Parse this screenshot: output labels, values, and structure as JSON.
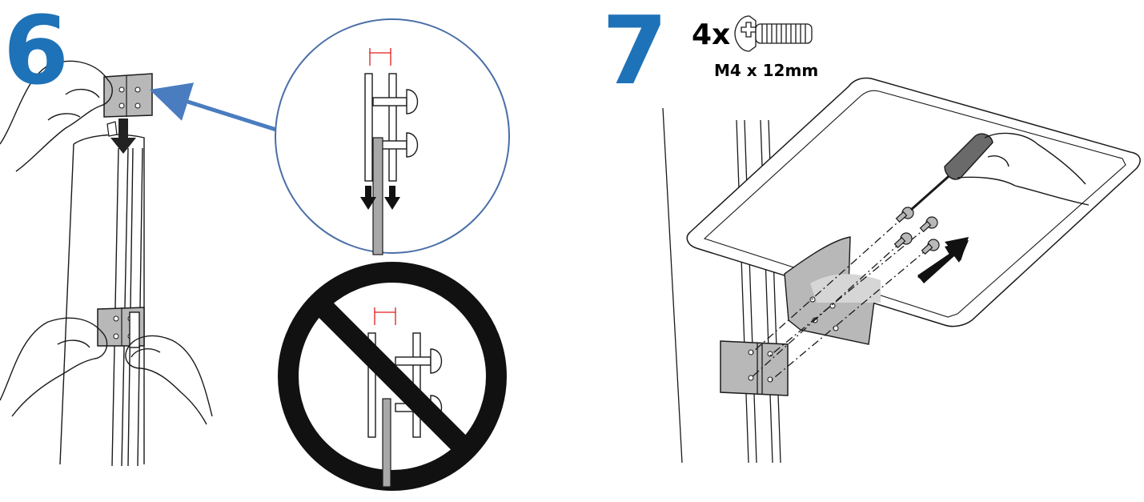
{
  "steps": [
    {
      "number": "6"
    },
    {
      "number": "7",
      "quantity": "4x",
      "screw_spec": "M4 x 12mm"
    }
  ],
  "colors": {
    "step_number": "#1e72b8",
    "detail_circle": "#4a6fa8",
    "arrow_blue": "#4a7cc0",
    "dimension_marker": "#e01b1b",
    "prohibition": "#111111",
    "metal_gray": "#b5b5b5",
    "line": "#1a1a1a"
  },
  "icons": [
    "screw-icon",
    "down-arrow-icon",
    "push-arrow-icon",
    "prohibited-sign-icon",
    "screwdriver-icon"
  ]
}
